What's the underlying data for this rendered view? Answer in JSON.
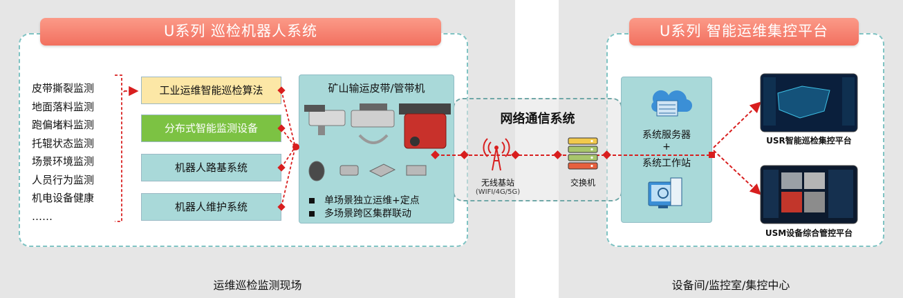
{
  "left_panel": {
    "title": "U系列 巡检机器人系统",
    "bottom_label": "运维巡检监测现场",
    "issues": [
      "皮带撕裂监测",
      "地面落料监测",
      "跑偏堵料监测",
      "托辊状态监测",
      "场景环境监测",
      "人员行为监测",
      "机电设备健康",
      "……"
    ],
    "modules": [
      "工业运维智能巡检算法",
      "分布式智能监测设备",
      "机器人路基系统",
      "机器人维护系统"
    ],
    "equipment": {
      "title": "矿山输运皮带/管带机",
      "bullets": [
        "单场景独立运维+定点",
        "多场景跨区集群联动"
      ]
    }
  },
  "network": {
    "title": "网络通信系统",
    "base_station_label": "无线基站",
    "base_station_sub": "(WIFI/4G/5G)",
    "switch_label": "交换机"
  },
  "right_panel": {
    "title": "U系列 智能运维集控平台",
    "bottom_label": "设备间/监控室/集控中心",
    "server_line1": "系统服务器",
    "server_plus": "+",
    "server_line2": "系统工作站",
    "platforms": [
      "USR智能巡检集控平台",
      "USM设备综合管控平台"
    ]
  },
  "colors": {
    "banner": "#f47a68",
    "module_yellow": "#fce7a6",
    "module_green": "#7cc243",
    "module_teal": "#a9d9d9",
    "connector_red": "#d81e1e",
    "dash_teal": "#7fc3c3"
  }
}
